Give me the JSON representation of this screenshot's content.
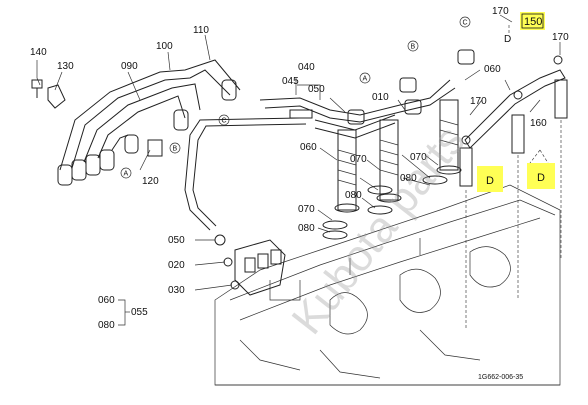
{
  "labels": {
    "p140": "140",
    "p130": "130",
    "p090": "090",
    "p100": "100",
    "p110": "110",
    "p120": "120",
    "p040": "040",
    "p045": "045",
    "p050a": "050",
    "p010": "010",
    "p060a": "060",
    "p060b": "060",
    "p070a": "070",
    "p070b": "070",
    "p070c": "070",
    "p080a": "080",
    "p080b": "080",
    "p080c": "080",
    "p050b": "050",
    "p020": "020",
    "p030": "030",
    "p060c": "060",
    "p080d": "080",
    "p055": "055",
    "p170a": "170",
    "p170b": "170",
    "p170c": "170",
    "p160": "160",
    "p150": "150",
    "dTop": "D",
    "dA": "D",
    "dB": "D"
  },
  "circle_markers": {
    "a": "A",
    "b": "B",
    "c": "C"
  },
  "watermark": "Kubota parts",
  "diagram_code": "1G662-006-35",
  "colors": {
    "highlight": "#ffff55",
    "line": "#222222",
    "watermark": "#9a9a9a"
  }
}
